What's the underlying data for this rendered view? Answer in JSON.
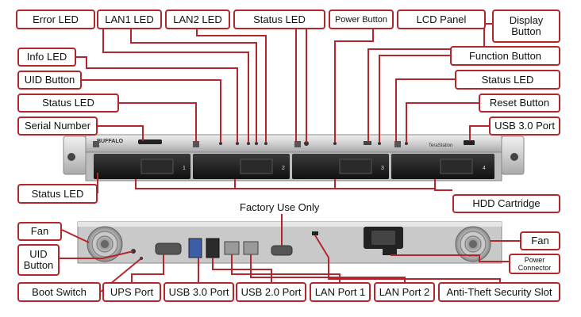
{
  "front": {
    "labels": {
      "error_led": "Error LED",
      "lan1_led": "LAN1 LED",
      "lan2_led": "LAN2 LED",
      "status_led_top": "Status LED",
      "power_button": "Power Button",
      "lcd_panel": "LCD Panel",
      "display_button": "Display\nButton",
      "info_led": "Info LED",
      "function_button": "Function Button",
      "uid_button": "UID Button",
      "status_led_right": "Status LED",
      "status_led_left": "Status LED",
      "reset_button": "Reset Button",
      "serial_number": "Serial Number",
      "usb30_port_front": "USB 3.0 Port",
      "status_led_bottom": "Status LED",
      "hdd_cartridge": "HDD Cartridge"
    },
    "device": {
      "brand": "BUFFALO",
      "model": "TeraStation",
      "bay_numbers": [
        "1",
        "2",
        "3",
        "4"
      ]
    }
  },
  "rear": {
    "labels": {
      "factory_use_only": "Factory Use Only",
      "fan_left": "Fan",
      "uid_button": "UID\nButton",
      "boot_switch": "Boot Switch",
      "ups_port": "UPS Port",
      "usb30_port": "USB 3.0 Port",
      "usb20_port": "USB 2.0 Port",
      "lan_port1": "LAN Port 1",
      "lan_port2": "LAN Port 2",
      "anti_theft_slot": "Anti-Theft Security Slot",
      "power_connector": "Power\nConnector",
      "fan_right": "Fan"
    }
  },
  "colors": {
    "label_border": "#b3262b",
    "leader_line": "#b3262b",
    "chassis": "#d9d9d9",
    "drive_bay": "#1e1e1e"
  }
}
